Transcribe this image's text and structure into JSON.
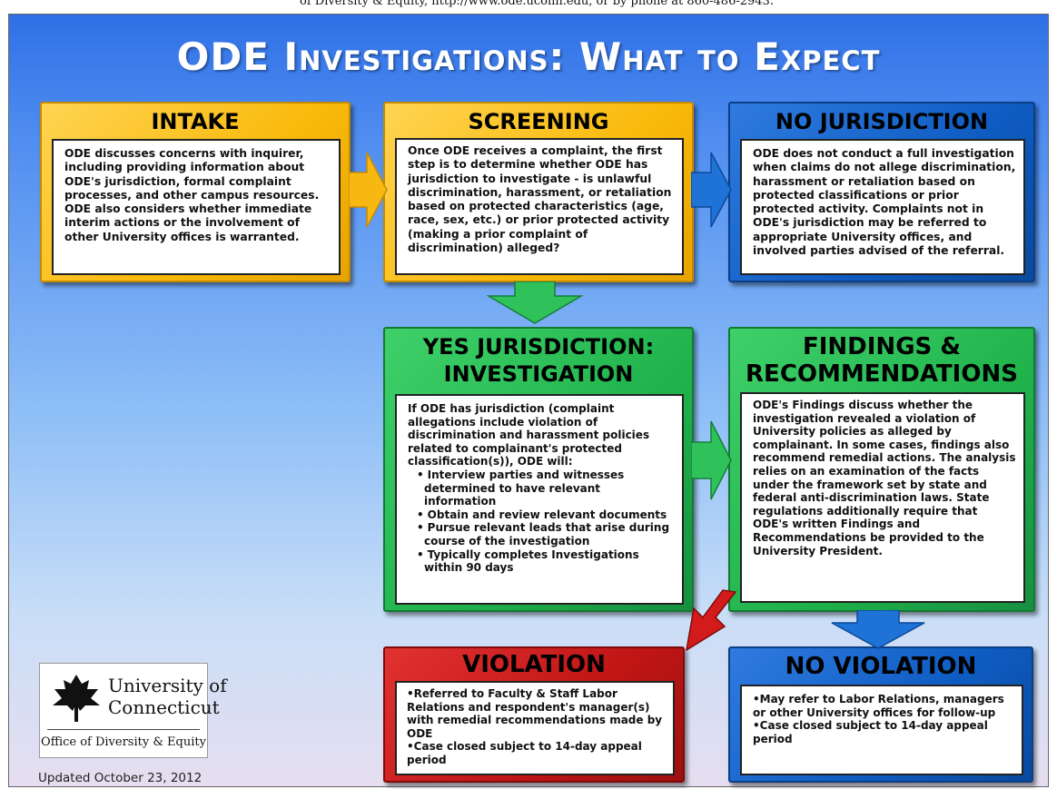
{
  "header_strip": "of Diversity & Equity, http://www.ode.uconn.edu, or by phone at 860-486-2943.",
  "title": "ODE Investigations: What to Expect",
  "boxes": {
    "intake": {
      "heading": "INTAKE",
      "text": "ODE discusses concerns with inquirer, including providing information about ODE's jurisdiction, formal complaint processes, and other campus resources. ODE also considers whether immediate interim actions or the involvement of other University offices is warranted."
    },
    "screening": {
      "heading": "SCREENING",
      "text": "Once ODE receives a complaint, the first step is to determine whether ODE has jurisdiction to investigate - is unlawful discrimination, harassment, or retaliation based on protected characteristics (age, race, sex, etc.) or prior protected activity (making a prior complaint of discrimination) alleged?"
    },
    "no_jurisdiction": {
      "heading": "NO JURISDICTION",
      "text": "ODE does not conduct a full investigation when claims do not allege discrimination, harassment or retaliation based on protected classifications or prior protected activity. Complaints not in ODE's jurisdiction may be referred to appropriate University offices, and involved parties advised of the referral."
    },
    "yes_jurisdiction": {
      "heading_line1": "YES JURISDICTION:",
      "heading_line2": "INVESTIGATION",
      "intro": "If ODE has jurisdiction (complaint allegations include violation of discrimination and harassment policies related to complainant's protected classification(s)), ODE will:",
      "bullets": [
        "Interview parties and witnesses determined to have relevant information",
        "Obtain and review relevant documents",
        "Pursue relevant leads that arise during course of the investigation",
        "Typically completes Investigations within 90 days"
      ]
    },
    "findings": {
      "heading_line1": "FINDINGS &",
      "heading_line2": "RECOMMENDATIONS",
      "text": "ODE's Findings discuss whether the investigation revealed a violation of University policies as alleged by complainant. In some cases, findings also recommend remedial actions. The analysis relies on an examination of the facts under the framework set by state and federal anti-discrimination laws. State regulations additionally require that ODE's written Findings and Recommendations be provided to the University President."
    },
    "violation": {
      "heading": "VIOLATION",
      "bullets": [
        "Referred to Faculty & Staff Labor Relations and respondent's manager(s) with remedial recommendations made by ODE",
        "Case closed subject to 14-day appeal period"
      ]
    },
    "no_violation": {
      "heading": "NO VIOLATION",
      "bullets": [
        "May refer to Labor Relations, managers or other University offices for follow-up",
        "Case closed subject to 14-day appeal period"
      ]
    }
  },
  "logo": {
    "line1": "University of",
    "line2": "Connecticut",
    "line3": "Office of Diversity & Equity"
  },
  "updated": "Updated October 23, 2012",
  "colors": {
    "yellow": "#f9b90a",
    "blue": "#0e5cc2",
    "green": "#1fb24b",
    "red": "#c01515"
  }
}
